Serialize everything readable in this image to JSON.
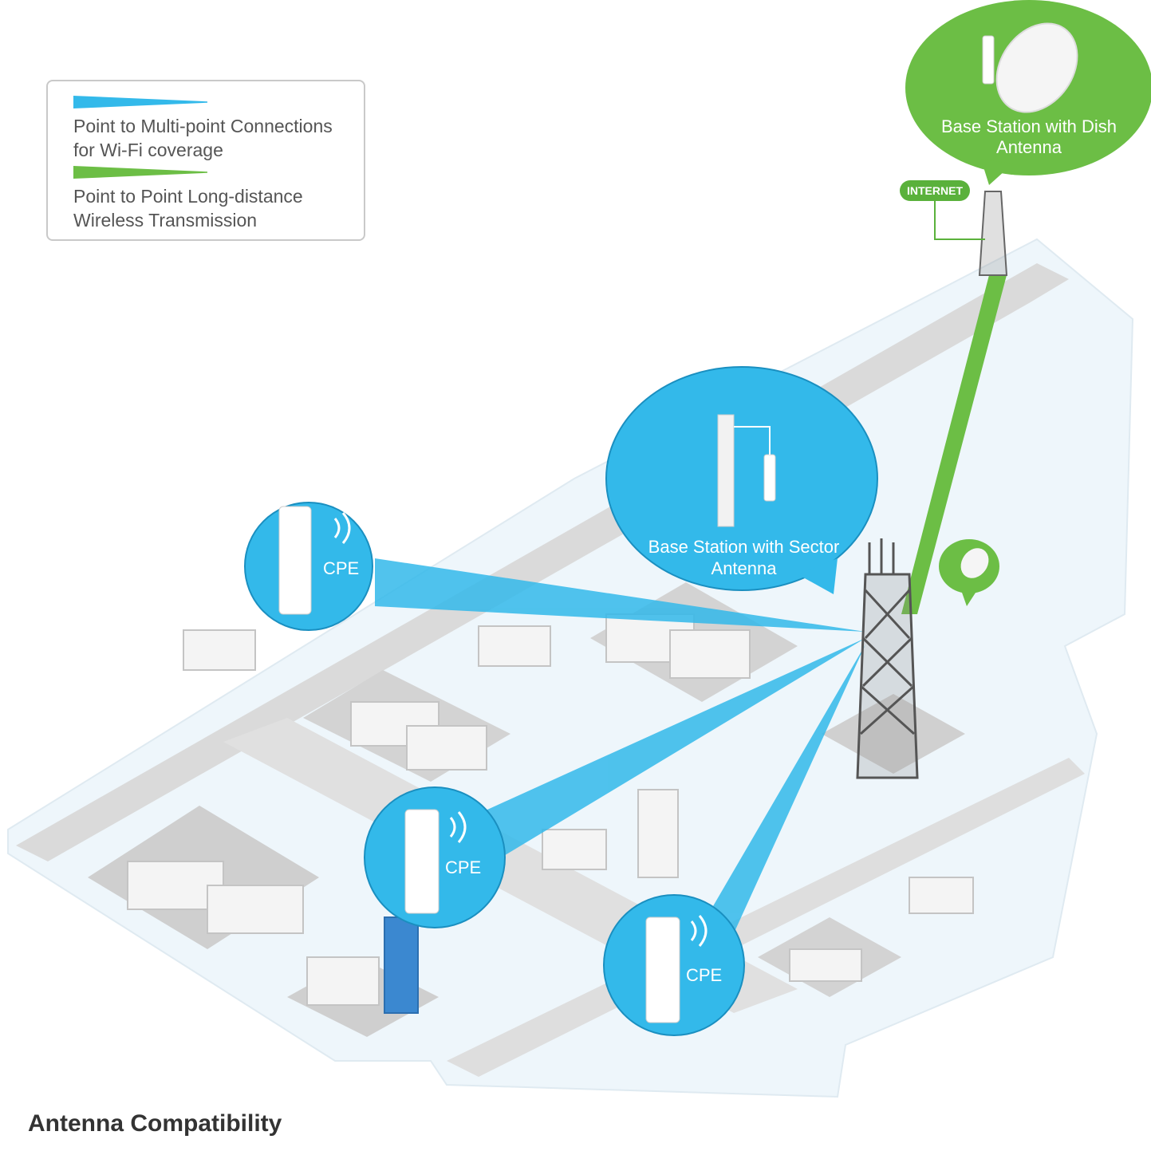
{
  "legend": {
    "multipoint_line1": "Point to Multi-point Connections",
    "multipoint_line2": "for Wi-Fi coverage",
    "ptp_line1": "Point to Point Long-distance",
    "ptp_line2": "Wireless Transmission"
  },
  "labels": {
    "dish_line1": "Base Station with Dish",
    "dish_line2": "Antenna",
    "sector_line1": "Base Station with Sector",
    "sector_line2": "Antenna",
    "internet": "INTERNET",
    "cpe": "CPE"
  },
  "footer": {
    "title": "Antenna Compatibility"
  },
  "colors": {
    "blue": "#33b9ea",
    "green": "#6cbe45",
    "ground": "#eef6fb",
    "road": "#dadada"
  }
}
